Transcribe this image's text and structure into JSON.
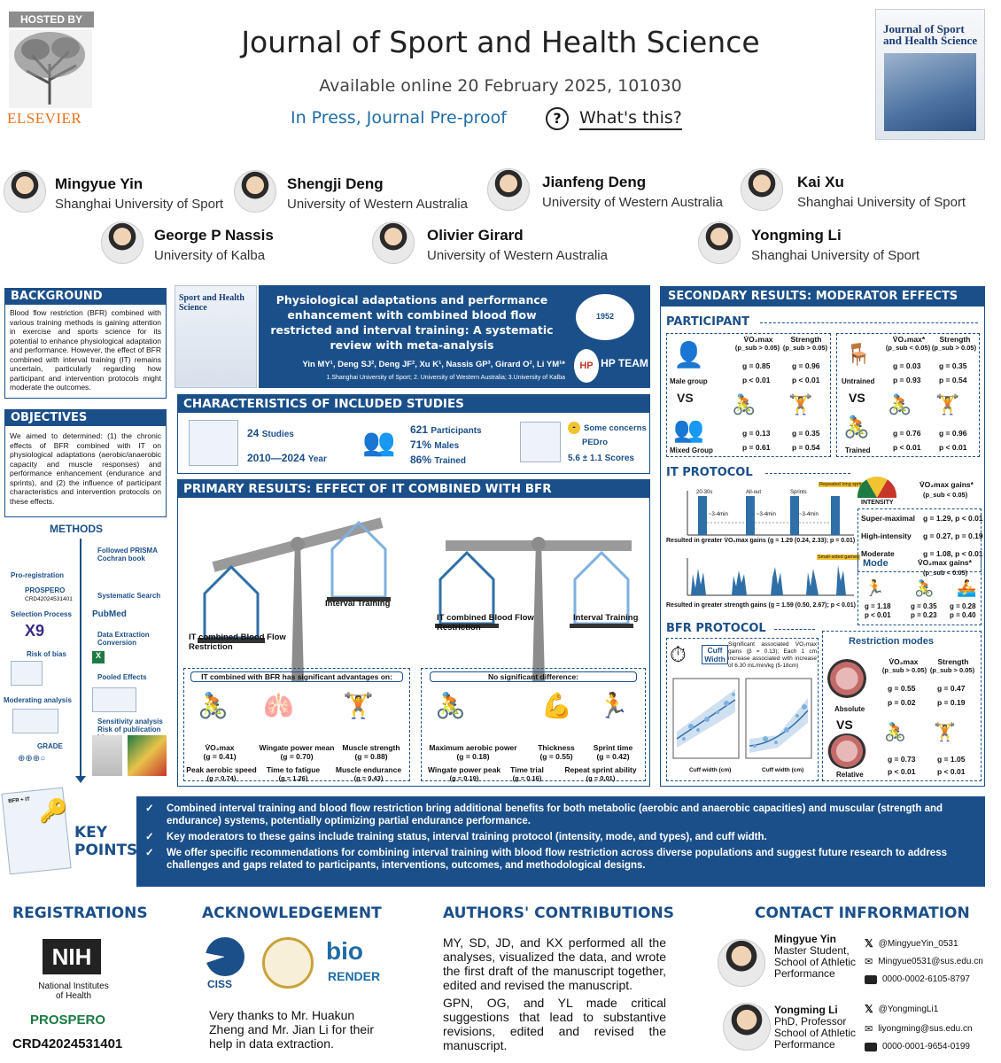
{
  "header": {
    "hosted_by": "HOSTED BY",
    "publisher": "ELSEVIER",
    "journal": "Journal of Sport and Health Science",
    "available": "Available online 20 February 2025, 101030",
    "status": "In Press, Journal Pre-proof",
    "whats_this": "What's this?",
    "cover_title": "Journal of Sport and Health Science"
  },
  "authors": [
    {
      "name": "Mingyue Yin",
      "affiliation": "Shanghai University of Sport"
    },
    {
      "name": "Shengji Deng",
      "affiliation": "University of Western Australia"
    },
    {
      "name": "Jianfeng Deng",
      "affiliation": "University of Western Australia"
    },
    {
      "name": "Kai Xu",
      "affiliation": "Shanghai University of Sport"
    },
    {
      "name": "George P Nassis",
      "affiliation": "University of Kalba"
    },
    {
      "name": "Olivier Girard",
      "affiliation": "University of Western Australia"
    },
    {
      "name": "Yongming Li",
      "affiliation": "Shanghai University of Sport"
    }
  ],
  "background": {
    "heading": "BACKGROUND",
    "text": "Blood flow restriction (BFR) combined with various training methods is gaining attention in exercise and sports science for its potential to enhance physiological adaptation and performance. However, the effect of BFR combined with interval training (IT) remains uncertain, particularly regarding how participant and intervention protocols might moderate the outcomes."
  },
  "objectives": {
    "heading": "OBJECTIVES",
    "text": "We aimed to determined: (1) the chronic effects of BFR combined with IT on physiological adaptations (aerobic/anaerobic capacity and muscle responses) and performance enhancement (endurance and sprints), and (2) the influence of participant characteristics and intervention protocols on these effects."
  },
  "methods": {
    "heading": "METHODS",
    "left": [
      "Pro-registration",
      "PROSPERO",
      "CRD42024531401",
      "Selection Process",
      "Risk of bias",
      "Moderating analysis",
      "GRADE"
    ],
    "right": [
      "Followed PRISMA Cochran book",
      "Systematic Search",
      "Data Extraction Conversion",
      "Pooled Effects",
      "Sensitivity analysis Risk of publication bias"
    ]
  },
  "study": {
    "cover": "Sport and Health Science",
    "title": "Physiological adaptations and performance enhancement with combined blood flow restricted and interval training: A systematic review with meta-analysis",
    "authors": "Yin MY¹, Deng SJ², Deng JF², Xu K¹, Nassis GP³, Girard O², Li YM¹*",
    "affiliations": "1.Shanghai University of Sport; 2. University of Western Australia; 3.University of Kalba",
    "logo_year": "1952",
    "team": "HP TEAM",
    "team_hp": "HP"
  },
  "characteristics": {
    "heading": "CHARACTERISTICS OF INCLUDED STUDIES",
    "studies_n": "24",
    "studies_label": "Studies",
    "years": "2010—2024",
    "years_label": "Year",
    "participants_n": "621",
    "participants_label": "Participants",
    "males_pct": "71%",
    "males_label": "Males",
    "trained_pct": "86%",
    "trained_label": "Trained",
    "concerns": "Some concerns",
    "pedro": "PEDro",
    "score": "5.6 ± 1.1",
    "score_label": "Scores"
  },
  "primary": {
    "heading": "PRIMARY RESULTS: EFFECT OF IT COMBINED WITH BFR",
    "left_heavy": "IT combined Blood Flow Restriction",
    "left_light": "Interval Training",
    "right_left": "IT combined Blood Flow Restriction",
    "right_right": "Interval Training",
    "adv_banner": "IT combined with BFR has significant advantages on:",
    "nodiff_banner": "No significant difference:",
    "advantages": [
      {
        "label": "V̇O₂max",
        "g": "(g = 0.41)"
      },
      {
        "label": "Wingate power mean",
        "g": "(g = 0.70)"
      },
      {
        "label": "Muscle strength",
        "g": "(g = 0.88)"
      },
      {
        "label": "Peak aerobic speed",
        "g": "(g = 0.74)"
      },
      {
        "label": "Time to fatigue",
        "g": "(g = 1.26)"
      },
      {
        "label": "Muscle endurance",
        "g": "(g = 0.43)"
      }
    ],
    "nodiff": [
      {
        "label": "Maximum aerobic power",
        "g": "(g = 0.18)"
      },
      {
        "label": "Thickness",
        "g": "(g = 0.55)"
      },
      {
        "label": "Sprint time",
        "g": "(g = 0.42)"
      },
      {
        "label": "Wingate power peak",
        "g": "(g = 0.19)"
      },
      {
        "label": "Time trial",
        "g": "(g = 0.16)"
      },
      {
        "label": "Repeat sprint ability",
        "g": "(g = 0.01)"
      }
    ]
  },
  "secondary": {
    "heading": "SECONDARY RESULTS: MODERATOR EFFECTS",
    "participant": "PARTICIPANT",
    "p_left": {
      "col1": "V̇O₂max",
      "col1p": "(p_sub > 0.05)",
      "col2": "Strength",
      "col2p": "(p_sub > 0.05)",
      "g1": [
        "g = 0.85",
        "p < 0.01",
        "g = 0.96",
        "p < 0.01"
      ],
      "label1": "Male group",
      "g2": [
        "g = 0.13",
        "p = 0.61",
        "g = 0.35",
        "p = 0.54"
      ],
      "label2": "Mixed Group"
    },
    "p_right": {
      "col1": "V̇O₂max*",
      "col1p": "(p_sub < 0.05)",
      "col2": "Strength",
      "col2p": "(p_sub > 0.05)",
      "g1": [
        "g = 0.03",
        "p = 0.93",
        "g = 0.35",
        "p = 0.54"
      ],
      "label1": "Untrained",
      "g2": [
        "g = 0.76",
        "p < 0.01",
        "g = 0.96",
        "p < 0.01"
      ],
      "label2": "Trained"
    },
    "it_protocol": "IT PROTOCOL",
    "it_result1": "Resulted in greater V̇O₂max gains (g = 1.29 (0.24, 2.33); p = 0.01)",
    "it_result2": "Resulted in greater strength gains (g = 1.59 (0.50, 2.67); p < 0.01)",
    "intensity_label": "INTENSITY",
    "intensity_head": "V̇O₂max gains*",
    "intensity_p": "(p_sub < 0.05)",
    "intensity": [
      {
        "name": "Super-maximal",
        "g": "g = 1.29, p < 0.01"
      },
      {
        "name": "High-intensity",
        "g": "g = 0.27, p = 0.19"
      },
      {
        "name": "Moderate",
        "g": "g = 1.08, p < 0.01"
      }
    ],
    "mode_label": "Mode",
    "mode_head": "V̇O₂max gains*",
    "mode_p": "(p_sub < 0.05)",
    "mode": [
      "g = 1.18",
      "p < 0.01",
      "g = 0.35",
      "p = 0.23",
      "g = 0.28",
      "p = 0.40"
    ],
    "phases": [
      "20-30s",
      "All-out",
      "Sprints",
      "Repeated long sprints",
      "~3-4min",
      "~3-4min",
      "~3-4min",
      "Small-sided games"
    ],
    "bfr_protocol": "BFR PROTOCOL",
    "cuff_label": "Cuff Width",
    "cuff_text": "Significant associated V̇O₂max gains (β = 0.13); Each 1 cm increase associated with increase of 6.30 mL/min/kg (5-18cm)",
    "cuff_xlabel": "Cuff width (cm)",
    "restriction": "Restriction modes",
    "r_head1": "V̇O₂max",
    "r_head1p": "(p_sub > 0.05)",
    "r_head2": "Strength",
    "r_head2p": "(p_sub > 0.05)",
    "r_absolute": [
      "g = 0.55",
      "p = 0.02",
      "g = 0.47",
      "p = 0.19"
    ],
    "r_label1": "Absolute",
    "r_relative": [
      "g = 0.73",
      "p < 0.01",
      "g = 1.05",
      "p < 0.01"
    ],
    "r_label2": "Relative",
    "vs": "VS"
  },
  "key_points": {
    "label": "KEY POINTS",
    "badge": "BFR + IT",
    "items": [
      "Combined interval training and blood flow restriction bring additional benefits for both metabolic (aerobic and anaerobic capacities) and muscular (strength and endurance) systems, potentially optimizing partial endurance performance.",
      "Key moderators to these gains include training status, interval training protocol (intensity, mode, and types), and cuff width.",
      "We offer specific recommendations for combining interval training with blood flow restriction across diverse populations and suggest future research to address challenges and gaps related to participants, interventions, outcomes, and methodological designs."
    ]
  },
  "footer": {
    "registrations": "REGISTRATIONS",
    "nih": "NIH",
    "nih_name": "National Institutes of Health",
    "prospero": "PROSPERO",
    "crd": "CRD42024531401",
    "acknowledgement": "ACKNOWLEDGEMENT",
    "ciss": "CISS",
    "bio": "bio",
    "render": "RENDER",
    "ack_text": "Very thanks to Mr. Huakun Zheng and Mr. Jian Li for their help in data extraction.",
    "contributions": "AUTHORS' CONTRIBUTIONS",
    "contrib_text1": "MY, SD, JD, and KX performed all the analyses, visualized the data, and wrote the first draft of the manuscript together, edited and revised the manuscript.",
    "contrib_text2": "GPN, OG, and YL made critical suggestions that lead to substantive revisions, edited and revised the manuscript.",
    "contact": "CONTACT INFRORMATION",
    "c1_name": "Mingyue Yin",
    "c1_role": "Master Student, School of Athletic Performance",
    "c1_x": "@MingyueYin_0531",
    "c1_mail": "Mingyue0531@sus.edu.cn",
    "c1_orcid": "0000-0002-6105-8797",
    "c2_name": "Yongming Li",
    "c2_role": "PhD, Professor School of Athletic Performance",
    "c2_x": "@YongmingLi1",
    "c2_mail": "liyongming@sus.edu.cn",
    "c2_orcid": "0000-0001-9654-0199"
  },
  "colors": {
    "accent": "#1b4f89",
    "link": "#1f6ca6",
    "elsevier": "#e9711c"
  }
}
